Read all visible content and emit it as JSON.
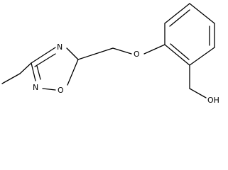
{
  "molecule": {
    "atoms": {
      "n_upper": "N",
      "o_ether": "O",
      "n_lower": "N",
      "o_ring": "O",
      "oh": "OH"
    }
  },
  "colors": {
    "bond": "#000000",
    "label": "#000000",
    "background": "#ffffff"
  }
}
